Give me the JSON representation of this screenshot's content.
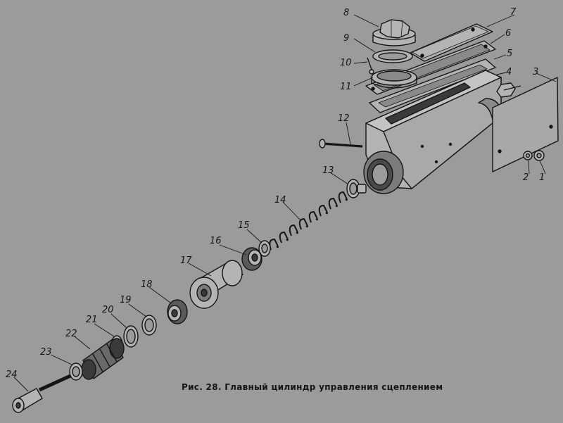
{
  "figure": {
    "caption": "Рис. 28. Главный цилиндр управления сцеплением",
    "part_numbers": [
      "1",
      "2",
      "3",
      "4",
      "5",
      "6",
      "7",
      "8",
      "9",
      "10",
      "11",
      "12",
      "13",
      "14",
      "15",
      "16",
      "17",
      "18",
      "19",
      "20",
      "21",
      "22",
      "23",
      "24"
    ]
  },
  "colors": {
    "background": "#9b9b9b",
    "ink": "#151515",
    "part_fill": "#b4b4b4",
    "part_shade": "#7c7c7c"
  }
}
